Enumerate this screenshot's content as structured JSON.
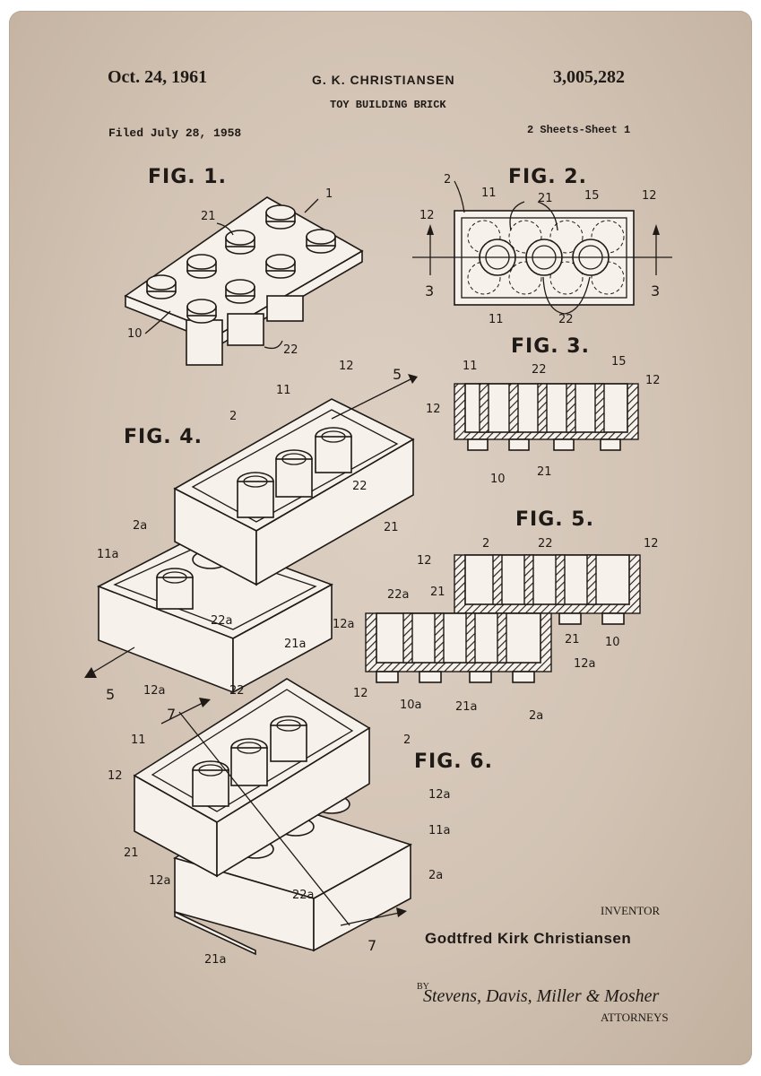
{
  "header": {
    "date": "Oct. 24, 1961",
    "inventor_name_caps": "G. K. CHRISTIANSEN",
    "patent_number": "3,005,282",
    "title": "TOY BUILDING BRICK",
    "filed": "Filed July 28, 1958",
    "sheets": "2 Sheets-Sheet 1"
  },
  "figures": {
    "fig1": "FIG. 1.",
    "fig2": "FIG. 2.",
    "fig3": "FIG. 3.",
    "fig4": "FIG. 4.",
    "fig5": "FIG. 5.",
    "fig6": "FIG. 6."
  },
  "refs": {
    "r1": "1",
    "r2": "2",
    "r2a": "2a",
    "r3": "3",
    "r5": "5",
    "r7": "7",
    "r10": "10",
    "r10a": "10a",
    "r11": "11",
    "r11a": "11a",
    "r12": "12",
    "r12a": "12a",
    "r15": "15",
    "r21": "21",
    "r21a": "21a",
    "r22": "22",
    "r22a": "22a"
  },
  "footer": {
    "inventor_label": "INVENTOR",
    "inventor_name": "Godtfred Kirk Christiansen",
    "by_label": "BY",
    "attorneys_signature": "Stevens, Davis, Miller & Mosher",
    "attorneys_label": "ATTORNEYS"
  },
  "colors": {
    "paper": "#d6c8ba",
    "ink": "#1f1a16"
  }
}
